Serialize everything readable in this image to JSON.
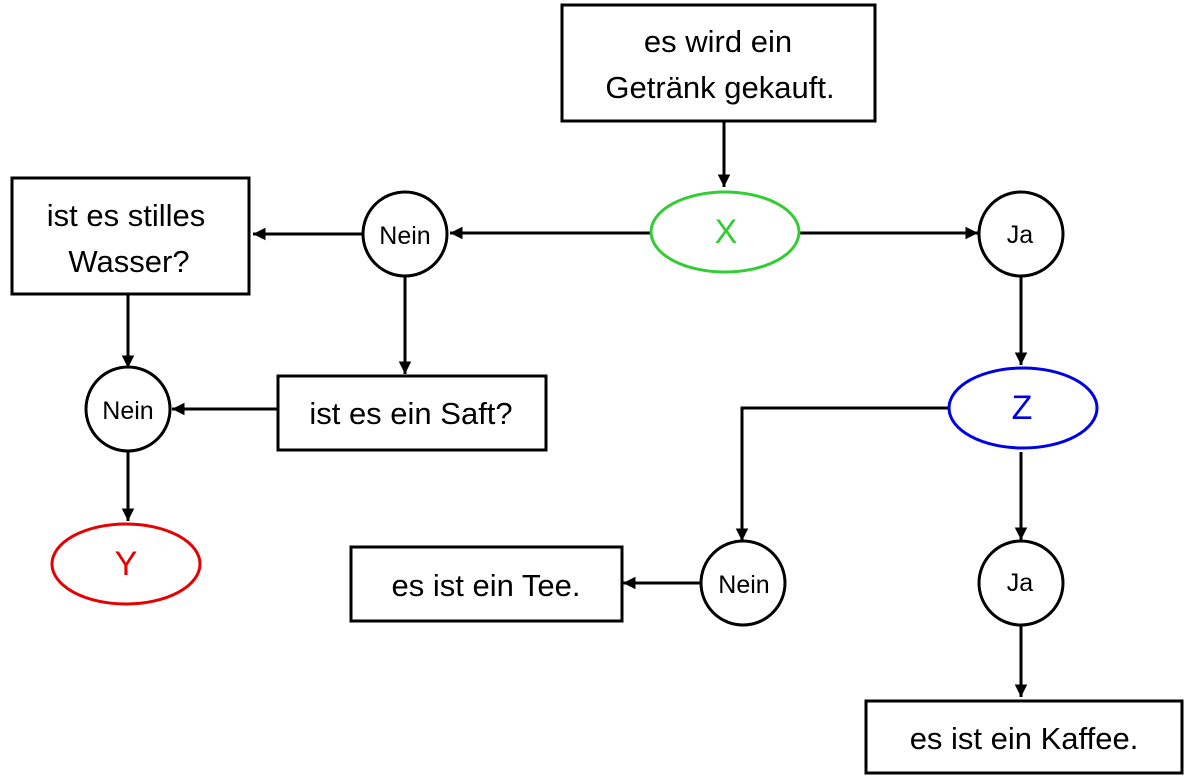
{
  "colors": {
    "line": "#000000",
    "oval_x": "#33cc33",
    "oval_y": "#e60000",
    "oval_z": "#0000e6"
  },
  "nodes": {
    "start": {
      "line1": "es wird ein",
      "line2": "Getränk gekauft."
    },
    "x": "X",
    "z": "Z",
    "y": "Y",
    "ja_top": "Ja",
    "nein_top": "Nein",
    "water": {
      "line1": "ist es stilles",
      "line2": "Wasser?"
    },
    "juice": "ist es ein Saft?",
    "nein_left": "Nein",
    "nein_tea": "Nein",
    "ja_coffee": "Ja",
    "tea": "es ist ein Tee.",
    "coffee": "es ist ein Kaffee."
  }
}
